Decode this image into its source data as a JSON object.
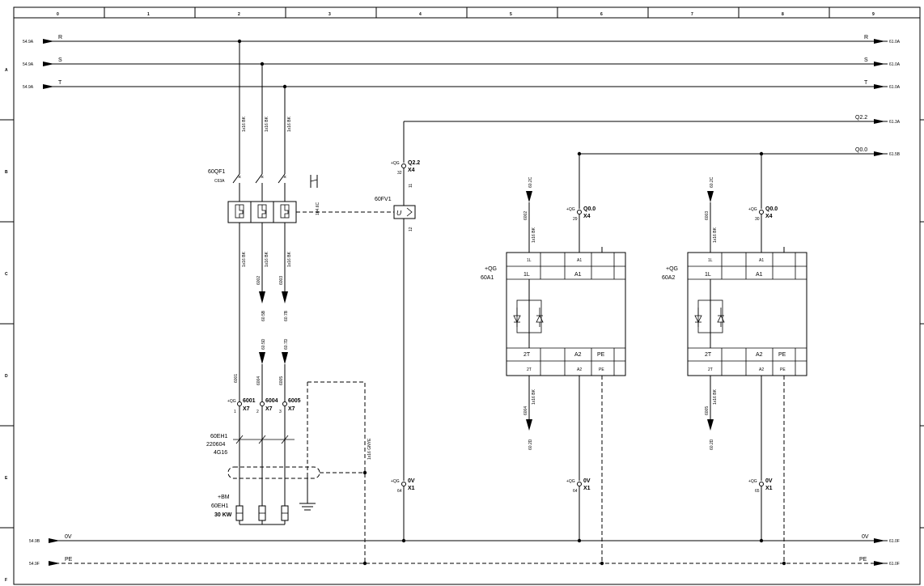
{
  "columns": [
    "0",
    "1",
    "2",
    "3",
    "4",
    "5",
    "6",
    "7",
    "8",
    "9"
  ],
  "rows": [
    "A",
    "B",
    "C",
    "D",
    "E",
    "F"
  ],
  "phases": {
    "R": {
      "label": "R",
      "from": "54.9A",
      "to": "61.0A"
    },
    "S": {
      "label": "S",
      "from": "54.9A",
      "to": "61.0A"
    },
    "T": {
      "label": "T",
      "from": "54.9A",
      "to": "61.0A"
    },
    "q22": {
      "label": "Q2.2",
      "to": "61.3A"
    },
    "q00": {
      "label": "Q0.0",
      "to": "61.5B"
    },
    "zero": {
      "label": "0V",
      "from": "54.9B",
      "to": "61.0F"
    },
    "pe": {
      "label": "PE",
      "from": "54.9F",
      "to": "61.0F"
    }
  },
  "wires": {
    "bk": "1x16 BK",
    "gnye": "1x16 GNYE"
  },
  "breaker": {
    "id": "60QF1",
    "rating": "C63A",
    "aux": "104.6C"
  },
  "fuse_monitor": {
    "id": "60FV1",
    "symbol": "U"
  },
  "top_terminal": {
    "qg": "+QG",
    "num": "32",
    "name": "Q2.2",
    "strip": "X4",
    "t1": "11",
    "t2": "12"
  },
  "xrefs": {
    "r1": "60.5B",
    "r2": "60.7B",
    "r3": "60.5D",
    "r4": "60.7D",
    "a1": "60.2C",
    "a1b": "60.2D",
    "a2": "60.2C",
    "a2b": "60.2D"
  },
  "wire_nums": {
    "w6001": "6001",
    "w6002": "6002",
    "w6003": "6003",
    "w6004": "6004",
    "w6005": "6005",
    "a1in": "6002",
    "a1out": "6004",
    "a2in": "6003",
    "a2out": "6005"
  },
  "x7": {
    "qg": "+QG",
    "strip": "X7",
    "t1": "6001",
    "n1": "1",
    "t2": "6004",
    "n2": "2",
    "t3": "6005",
    "n3": "3"
  },
  "cable": {
    "id": "60EH1",
    "type": "220604",
    "size": "4G16"
  },
  "heater": {
    "loc": "+BM",
    "id": "60EH1",
    "power": "30 KW"
  },
  "ssr1": {
    "loc": "+QG",
    "id": "60A1",
    "top": [
      "1L",
      "A1"
    ],
    "bot": [
      "2T",
      "A2",
      "PE"
    ],
    "ctl_qg": "+QG",
    "ctl_num": "29",
    "ctl_name": "Q0.0",
    "ctl_strip": "X4",
    "ov_qg": "+QG",
    "ov_num": "64",
    "ov_name": "0V",
    "ov_strip": "X1"
  },
  "ssr2": {
    "loc": "+QG",
    "id": "60A2",
    "top": [
      "1L",
      "A1"
    ],
    "bot": [
      "2T",
      "A2",
      "PE"
    ],
    "ctl_qg": "+QG",
    "ctl_num": "30",
    "ctl_name": "Q0.0",
    "ctl_strip": "X4",
    "ov_qg": "+QG",
    "ov_num": "65",
    "ov_name": "0V",
    "ov_strip": "X1"
  },
  "ov4": {
    "qg": "+QG",
    "num": "64",
    "name": "0V",
    "strip": "X1"
  }
}
